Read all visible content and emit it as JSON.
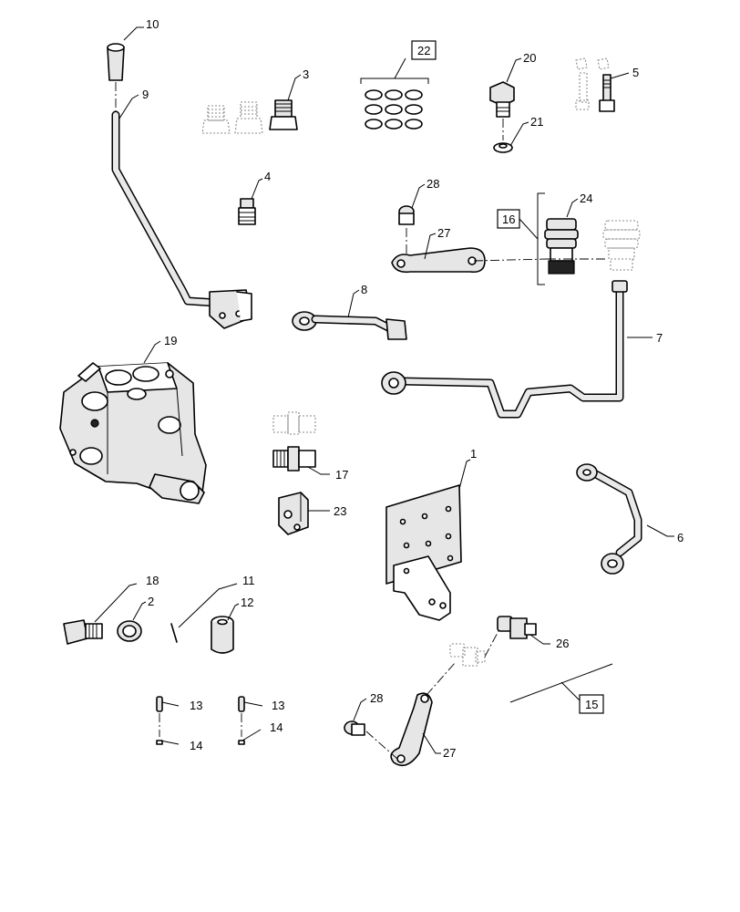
{
  "callouts": {
    "c1": "1",
    "c2": "2",
    "c3": "3",
    "c4": "4",
    "c5": "5",
    "c6": "6",
    "c7": "7",
    "c8": "8",
    "c9": "9",
    "c10": "10",
    "c11": "11",
    "c12": "12",
    "c13a": "13",
    "c13b": "13",
    "c14a": "14",
    "c14b": "14",
    "c15": "15",
    "c16": "16",
    "c17": "17",
    "c18": "18",
    "c19": "19",
    "c20": "20",
    "c21": "21",
    "c22": "22",
    "c23": "23",
    "c24": "24",
    "c26": "26",
    "c27a": "27",
    "c27b": "27",
    "c28a": "28",
    "c28b": "28"
  }
}
